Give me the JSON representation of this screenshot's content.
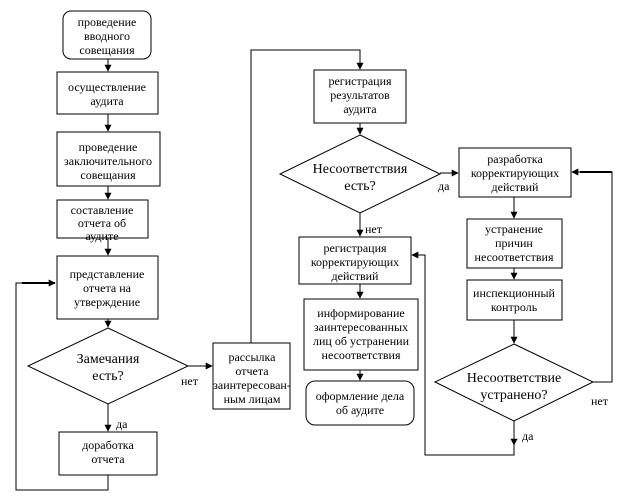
{
  "nodes": {
    "n1": [
      "проведение",
      "вводного",
      "совещания"
    ],
    "n2": [
      "осуществление",
      "аудита"
    ],
    "n3": [
      "проведение",
      "заключительного",
      "совещания"
    ],
    "n4": [
      "составление",
      "отчета об",
      "аудите"
    ],
    "n5": [
      "представление",
      "отчета на",
      "утверждение"
    ],
    "d1": [
      "Замечания",
      "есть?"
    ],
    "n6": [
      "доработка",
      "отчета"
    ],
    "n7": [
      "рассылка",
      "отчета",
      "заинтересован-",
      "ным лицам"
    ],
    "n8": [
      "регистрация",
      "результатов",
      "аудита"
    ],
    "d2": [
      "Несоответствия",
      "есть?"
    ],
    "n9": [
      "регистрация",
      "корректирующих",
      "действий"
    ],
    "n10": [
      "информирование",
      "заинтересованных",
      "лиц об устранении",
      "несоответствия"
    ],
    "n11": [
      "оформление дела",
      "об аудите"
    ],
    "n12": [
      "разработка",
      "корректирующих",
      "действий"
    ],
    "n13": [
      "устранение",
      "причин",
      "несоответствия"
    ],
    "n14": [
      "инспекционный",
      "контроль"
    ],
    "d3": [
      "Несоответствие",
      "устранено?"
    ]
  },
  "labels": {
    "d1_no": "нет",
    "d1_yes": "да",
    "d2_yes": "да",
    "d2_no": "нет",
    "d3_no": "нет",
    "d3_yes": "да"
  }
}
